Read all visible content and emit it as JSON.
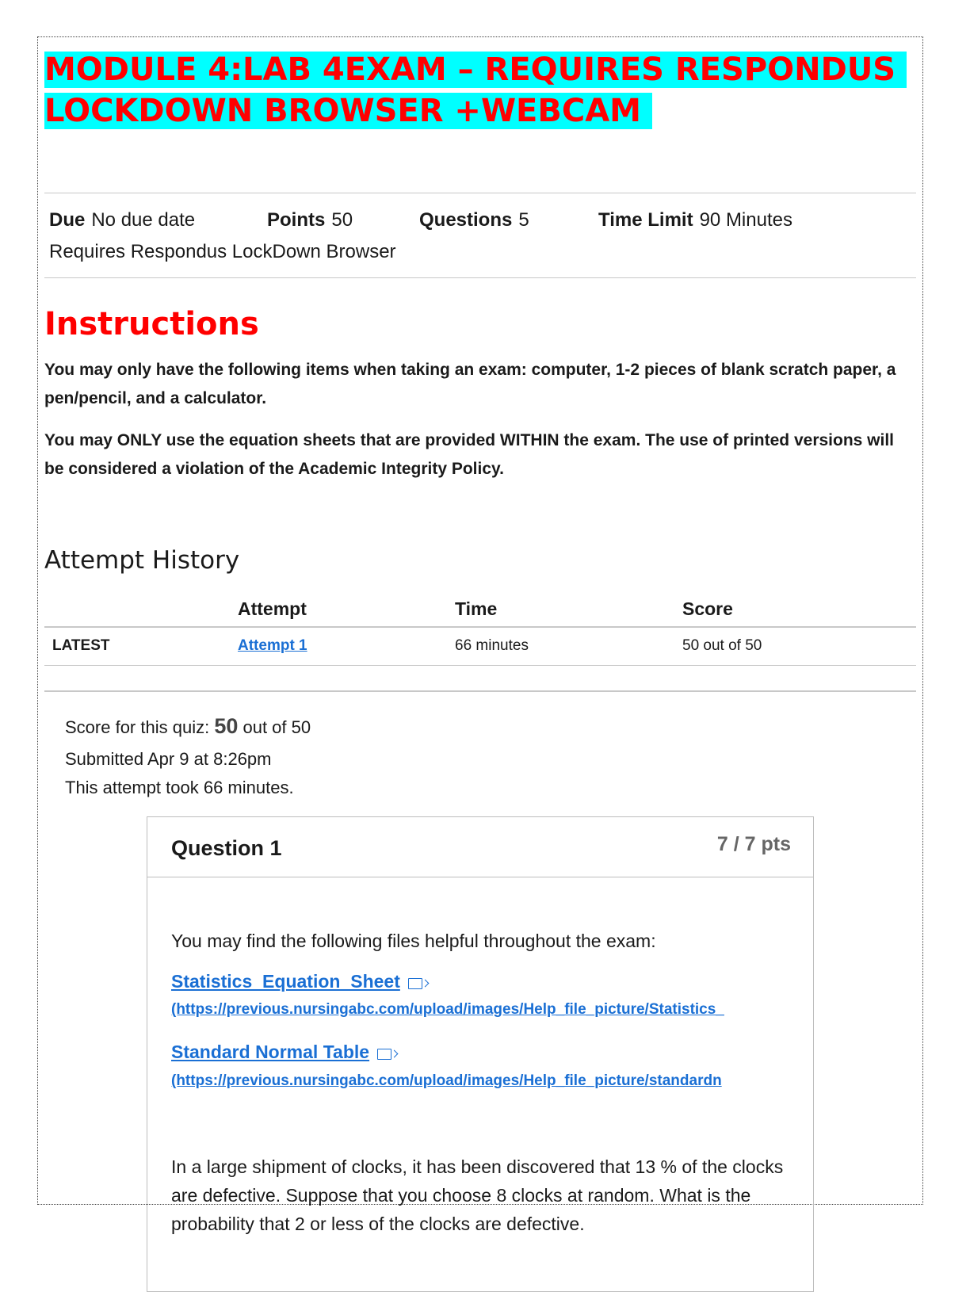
{
  "title": {
    "line1": "MODULE 4:LAB 4EXAM – REQUIRES RESPONDUS",
    "line2": "LOCKDOWN BROWSER +WEBCAM"
  },
  "meta": {
    "due_label": "Due",
    "due_value": "No due date",
    "points_label": "Points",
    "points_value": "50",
    "questions_label": "Questions",
    "questions_value": "5",
    "time_limit_label": "Time Limit",
    "time_limit_value": "90 Minutes",
    "lockdown_note": "Requires Respondus LockDown Browser"
  },
  "instructions": {
    "heading": "Instructions",
    "para1": "You may only have the following items when taking an exam: computer, 1-2 pieces of blank scratch paper, a pen/pencil, and a calculator.",
    "para2": "You may ONLY use the equation sheets that are provided WITHIN the exam. The use of printed versions will be considered a violation of the Academic Integrity Policy."
  },
  "attempt_history": {
    "heading": "Attempt History",
    "columns": [
      "Attempt",
      "Time",
      "Score"
    ],
    "rows": [
      {
        "label": "LATEST",
        "attempt": "Attempt 1",
        "time": "66 minutes",
        "score": "50 out of 50"
      }
    ]
  },
  "summary": {
    "score_prefix": "Score for this quiz:",
    "score_value": "50",
    "score_suffix": "out of 50",
    "submitted": "Submitted Apr 9 at 8:26pm",
    "duration": "This attempt took 66 minutes."
  },
  "question": {
    "title": "Question 1",
    "points": "7 / 7 pts",
    "intro": "You may find the following files helpful throughout the exam:",
    "files": [
      {
        "label": "Statistics_Equation_Sheet",
        "url": "(https://previous.nursingabc.com/upload/images/Help_file_picture/Statistics_"
      },
      {
        "label": "Standard Normal Table",
        "url": "(https://previous.nursingabc.com/upload/images/Help_file_picture/standardn"
      }
    ],
    "body": "In a large shipment of clocks, it has been discovered that 13 % of the clocks are defective. Suppose that you choose 8 clocks at random. What is the probability that 2 or less of the clocks are defective."
  },
  "colors": {
    "title_red": "#ff0000",
    "highlight_cyan": "#00ffff",
    "link_blue": "#1a6fd4"
  }
}
